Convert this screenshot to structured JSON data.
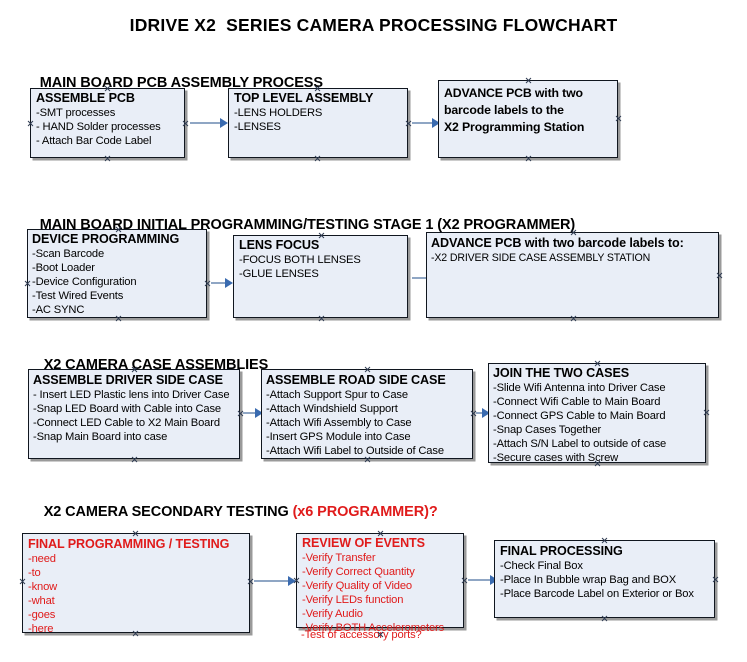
{
  "document": {
    "title": "IDRIVE X2  SERIES CAMERA PROCESSING FLOWCHART",
    "accent_color": "#e01b1b",
    "box_fill": "#e9eef7",
    "box_border": "#10161f",
    "arrow_color": "#8fa6c4",
    "arrowhead_color": "#3a6bb0"
  },
  "sections": [
    {
      "heading": "MAIN BOARD PCB ASSEMBLY PROCESS",
      "heading_accent": "",
      "boxes": [
        {
          "title": "ASSEMBLE PCB",
          "lines": [
            "-SMT processes",
            "- HAND Solder processes",
            "- Attach Bar Code Label"
          ]
        },
        {
          "title": "TOP LEVEL ASSEMBLY",
          "lines": [
            "-LENS HOLDERS",
            "-LENSES"
          ]
        },
        {
          "title": "ADVANCE PCB with two",
          "lines": [
            "barcode labels to the",
            " X2 Programming Station"
          ]
        }
      ]
    },
    {
      "heading": "MAIN BOARD INITIAL PROGRAMMING/TESTING STAGE 1 (X2 PROGRAMMER)",
      "heading_accent": "",
      "boxes": [
        {
          "title": "DEVICE PROGRAMMING",
          "lines": [
            "-Scan Barcode",
            "-Boot Loader",
            "-Device Configuration",
            "-Test Wired Events",
            "-AC SYNC"
          ]
        },
        {
          "title": "LENS FOCUS",
          "lines": [
            "-FOCUS BOTH LENSES",
            "-GLUE LENSES"
          ]
        },
        {
          "title": "ADVANCE PCB with two barcode labels to:",
          "lines": [
            "-X2 DRIVER  SIDE  CASE  ASSEMBLY STATION"
          ]
        }
      ]
    },
    {
      "heading": "X2 CAMERA CASE ASSEMBLIES",
      "heading_accent": "",
      "boxes": [
        {
          "title": "ASSEMBLE DRIVER SIDE CASE",
          "lines": [
            "- Insert LED Plastic lens into Driver Case",
            "-Snap LED Board with Cable into Case",
            "-Connect LED Cable to X2 Main Board",
            "-Snap Main Board into case"
          ]
        },
        {
          "title": "ASSEMBLE ROAD SIDE CASE",
          "lines": [
            "-Attach Support Spur to Case",
            "-Attach Windshield Support",
            "-Attach Wifi Assembly to Case",
            "-Insert GPS Module into Case",
            "-Attach Wifi Label to Outside of Case"
          ]
        },
        {
          "title": "JOIN THE TWO CASES",
          "lines": [
            "-Slide Wifi Antenna into Driver Case",
            "-Connect Wifi Cable to Main Board",
            "-Connect GPS Cable to Main Board",
            "-Snap Cases Together",
            "-Attach S/N Label to outside of case",
            "-Secure cases with Screw"
          ]
        }
      ]
    },
    {
      "heading": "X2 CAMERA SECONDARY TESTING ",
      "heading_accent": "(x6 PROGRAMMER)?",
      "boxes": [
        {
          "title": "FINAL PROGRAMMING / TESTING",
          "lines": [
            "-need",
            "-to",
            "-know",
            "-what",
            "-goes",
            "-here"
          ]
        },
        {
          "title": "REVIEW OF EVENTS",
          "lines": [
            "-Verify Transfer",
            "-Verify Correct Quantity",
            "-Verify Quality of Video",
            "-Verify LEDs function",
            "-Verify Audio",
            "-Verify BOTH Accelerometers"
          ],
          "overflow_line": "-Test of accessory ports?"
        },
        {
          "title": "FINAL PROCESSING",
          "lines": [
            " -Check Final Box",
            "-Place In Bubble wrap Bag and BOX",
            "-Place Barcode Label on Exterior or Box"
          ]
        }
      ]
    }
  ]
}
